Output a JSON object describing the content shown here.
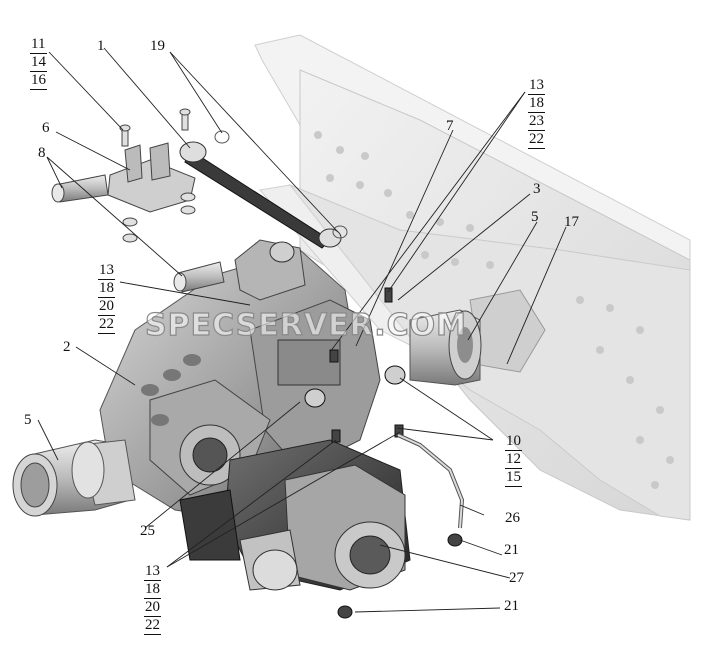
{
  "watermark": "SPECSERVER.COM",
  "labels": {
    "l1": "1",
    "l2": "2",
    "l3": "3",
    "l5a": "5",
    "l5b": "5",
    "l6": "6",
    "l7": "7",
    "l8": "8",
    "l17": "17",
    "l19": "19",
    "l21a": "21",
    "l21b": "21",
    "l25": "25",
    "l26": "26",
    "l27": "27"
  },
  "stacks": {
    "s_11_14_16": [
      "11",
      "14",
      "16"
    ],
    "s_13_18_23_22": [
      "13",
      "18",
      "23",
      "22"
    ],
    "s_13_18_20_22_top": [
      "13",
      "18",
      "20",
      "22"
    ],
    "s_10_12_15": [
      "10",
      "12",
      "15"
    ],
    "s_13_18_20_22_bottom": [
      "13",
      "18",
      "20",
      "22"
    ]
  }
}
